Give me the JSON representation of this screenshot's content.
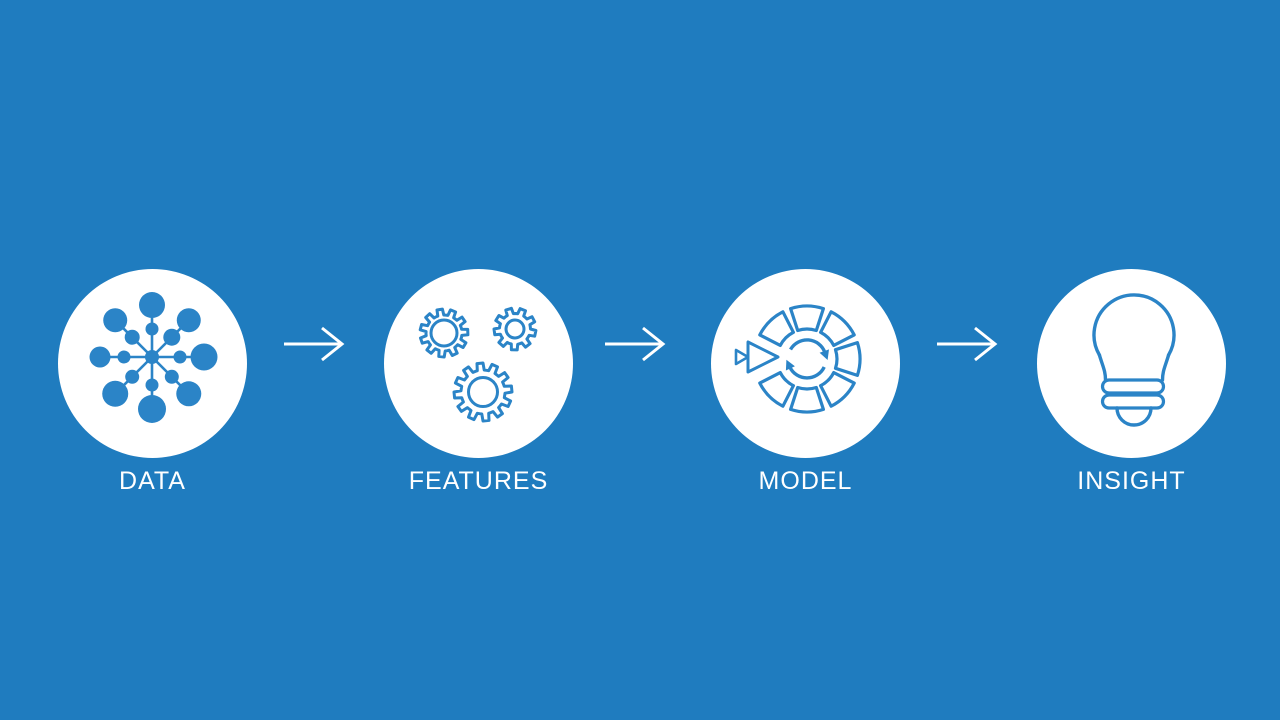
{
  "slide": {
    "background_color": "#1F7CBF",
    "icon_color": "#2B84C7",
    "label_color": "#FFFFFF"
  },
  "pipeline": {
    "steps": [
      {
        "label": "DATA",
        "icon": "data-network-icon"
      },
      {
        "label": "FEATURES",
        "icon": "features-gears-icon"
      },
      {
        "label": "MODEL",
        "icon": "model-training-icon"
      },
      {
        "label": "INSIGHT",
        "icon": "insight-lightbulb-icon"
      }
    ]
  }
}
